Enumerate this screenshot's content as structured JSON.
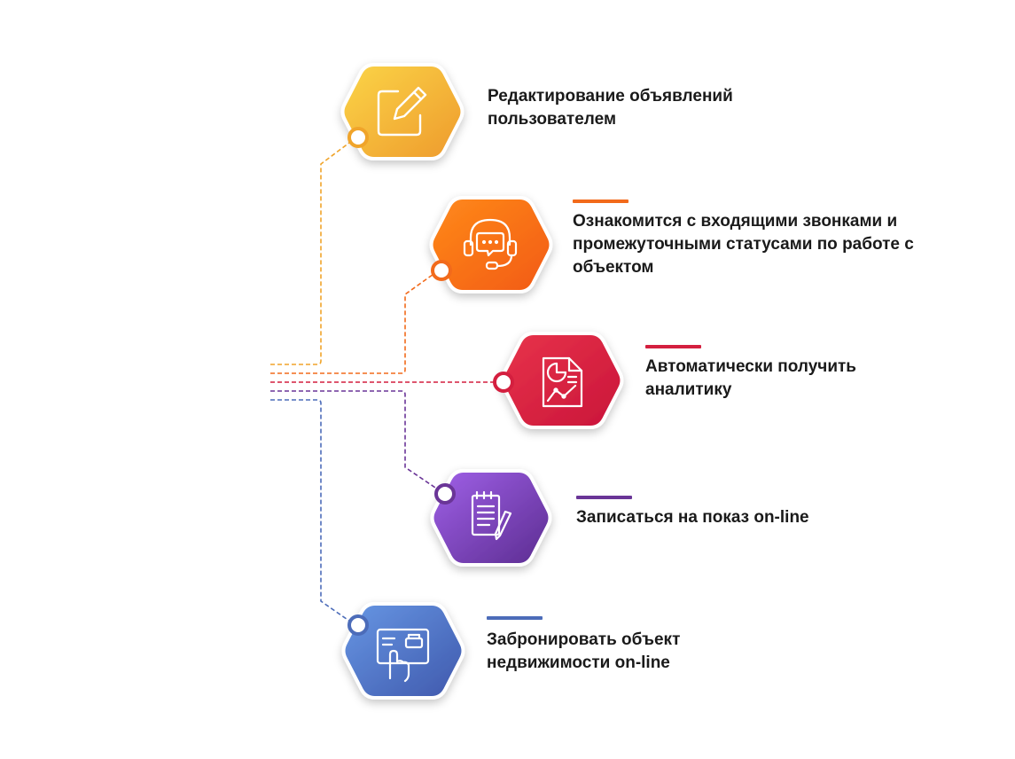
{
  "items": [
    {
      "label": "Редактирование объявлений\nпользователем",
      "icon": "edit-icon",
      "color": "#F0A42A",
      "gradient": [
        "#FBD548",
        "#EE9A2C"
      ],
      "accent": false
    },
    {
      "label": "Ознакомится с входящими звонками и\nпромежуточными статусами по работе с\nобъектом",
      "icon": "headset-icon",
      "color": "#F26A1B",
      "gradient": [
        "#FF8A1C",
        "#F25A10"
      ],
      "accent": true
    },
    {
      "label": "Автоматически получить\nаналитику",
      "icon": "report-chart-icon",
      "color": "#D41F3F",
      "gradient": [
        "#E8344A",
        "#C9143A"
      ],
      "accent": true
    },
    {
      "label": "Записаться  на показ on-line",
      "icon": "notepad-pen-icon",
      "color": "#6A3597",
      "gradient": [
        "#A061E8",
        "#5B2C90"
      ],
      "accent": true
    },
    {
      "label": "Забронировать объект\nнедвижимости on-line",
      "icon": "touch-screen-icon",
      "color": "#4C6CB9",
      "gradient": [
        "#6797E4",
        "#3F58AC"
      ],
      "accent": true
    }
  ]
}
